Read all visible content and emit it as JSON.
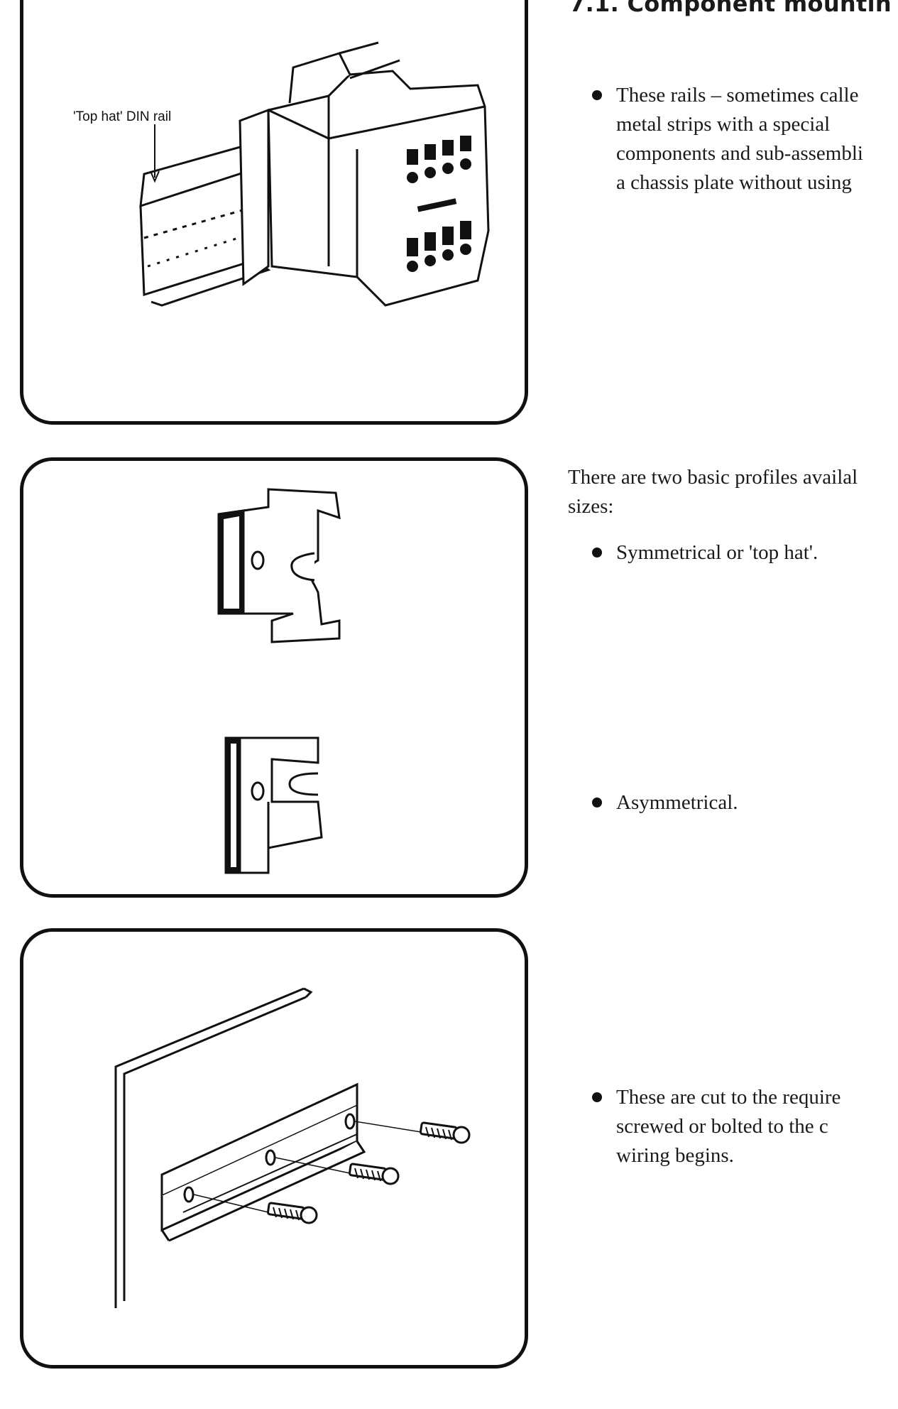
{
  "section": {
    "heading": "7.1.  Component mountin"
  },
  "figures": {
    "top_hat_label": "'Top hat' DIN rail",
    "symmetric_icon": "din-rail-symmetric-profile",
    "asymmetric_icon": "din-rail-asymmetric-profile",
    "mounting_icon": "din-rail-mounted-on-chassis"
  },
  "paragraphs": {
    "bullet_1_lines": [
      "These rails – sometimes calle",
      "metal  strips  with  a  special",
      "components and sub-assembli",
      "a chassis plate without using"
    ],
    "intro_lines": [
      "There are two basic profiles availal",
      "sizes:"
    ],
    "bullet_symmetrical": "Symmetrical or 'top hat'.",
    "bullet_asymmetrical": "Asymmetrical.",
    "bullet_cut_lines": [
      "These  are  cut  to  the  require",
      "screwed  or  bolted  to  the  c",
      "wiring begins."
    ]
  }
}
